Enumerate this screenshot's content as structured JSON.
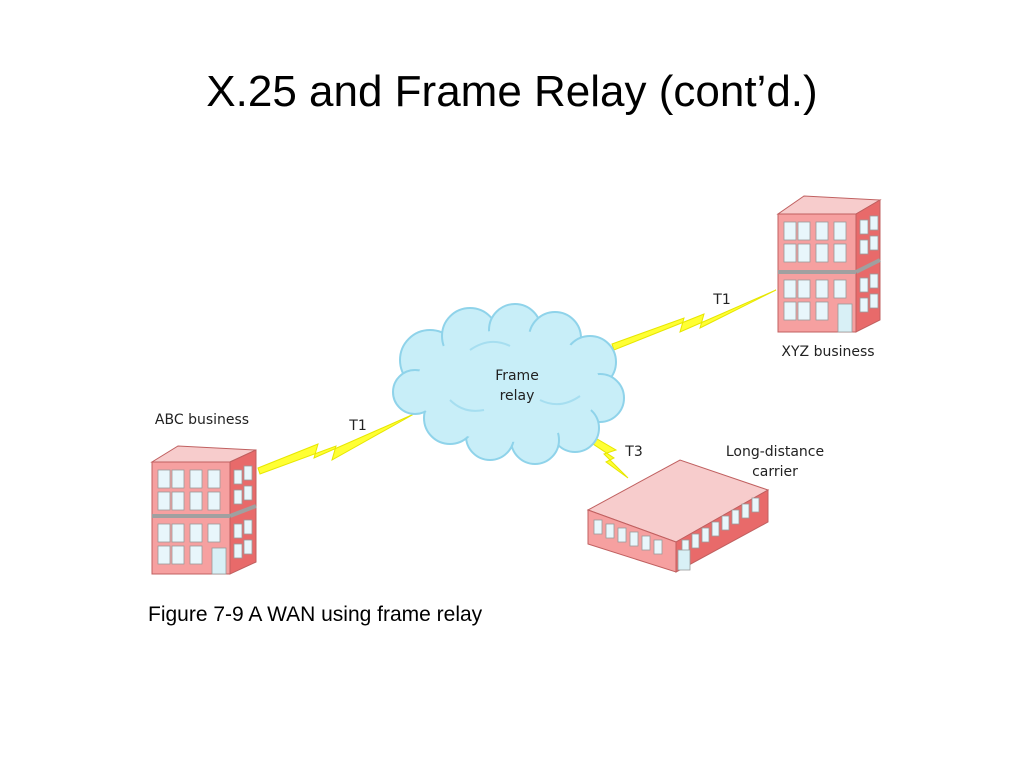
{
  "slide": {
    "title": "X.25 and Frame Relay (cont’d.)",
    "caption": "Figure 7-9 A WAN using frame relay"
  },
  "diagram": {
    "cloud": {
      "line1": "Frame",
      "line2": "relay"
    },
    "links": {
      "abc_link": "T1",
      "xyz_link": "T1",
      "carrier_link": "T3"
    },
    "nodes": {
      "abc": "ABC business",
      "xyz": "XYZ business",
      "carrier_line1": "Long-distance",
      "carrier_line2": "carrier"
    }
  },
  "colors": {
    "cloud_fill": "#c8eef8",
    "cloud_stroke": "#8fd3ea",
    "lightning": "#ffff33",
    "building_front": "#f6a0a0",
    "building_side": "#e86a6a",
    "building_roof": "#f7cccc",
    "window": "#e8f6fb"
  }
}
